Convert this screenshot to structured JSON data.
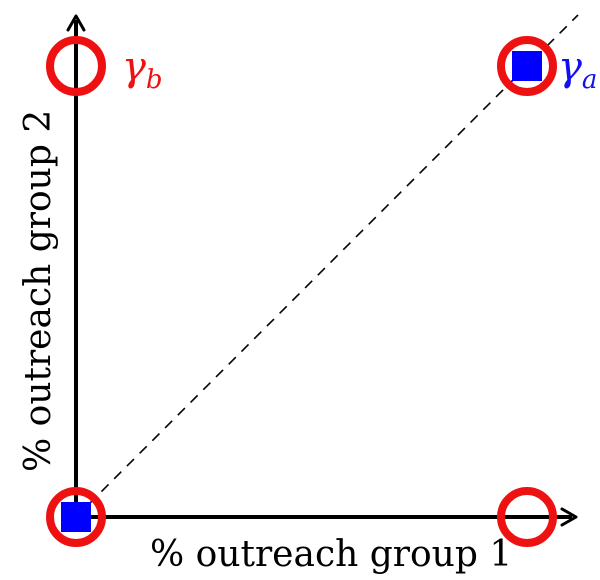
{
  "xlabel": "% outreach group 1",
  "ylabel": "% outreach group 2",
  "colors": {
    "axes": "#000000",
    "ring": "#ee1111",
    "square": "#0000ff",
    "gamma_b": "#ee1111",
    "gamma_a": "#1111ee"
  },
  "markers": {
    "rings": [
      {
        "name": "origin",
        "x": 0,
        "y": 0
      },
      {
        "name": "group-1-only",
        "x": 1,
        "y": 0
      },
      {
        "name": "group-2-only",
        "x": 0,
        "y": 1
      },
      {
        "name": "both-groups",
        "x": 1,
        "y": 1
      }
    ],
    "squares": [
      {
        "name": "origin",
        "x": 0,
        "y": 0
      },
      {
        "name": "both-groups",
        "x": 1,
        "y": 1
      }
    ]
  },
  "labels": {
    "gamma_b": {
      "symbol": "γ",
      "subscript": "b"
    },
    "gamma_a": {
      "symbol": "γ",
      "subscript": "a"
    }
  },
  "diagonal": "dashed"
}
